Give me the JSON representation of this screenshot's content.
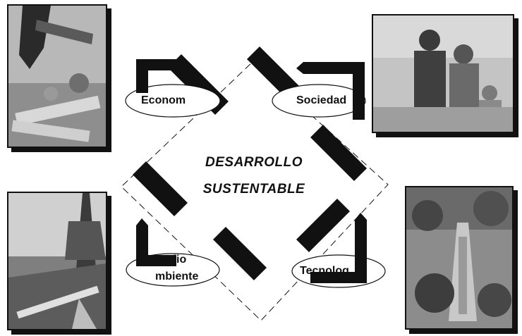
{
  "center": {
    "line1": "DESARROLLO",
    "line2": "SUSTENTABLE"
  },
  "nodes": {
    "economia": "Econom",
    "sociedad": "Sociedad",
    "medio_line1": "Medio",
    "medio_line2": "mbiente",
    "tecnologia": "Tecnolog"
  },
  "photos": [
    {
      "subject": "money-hammer"
    },
    {
      "subject": "family"
    },
    {
      "subject": "forest-landscape"
    },
    {
      "subject": "technology-ruins"
    }
  ],
  "colors": {
    "ink": "#111111",
    "paper": "#ffffff",
    "photo_light": "#bdbdbd",
    "photo_dark": "#4a4a4a"
  }
}
